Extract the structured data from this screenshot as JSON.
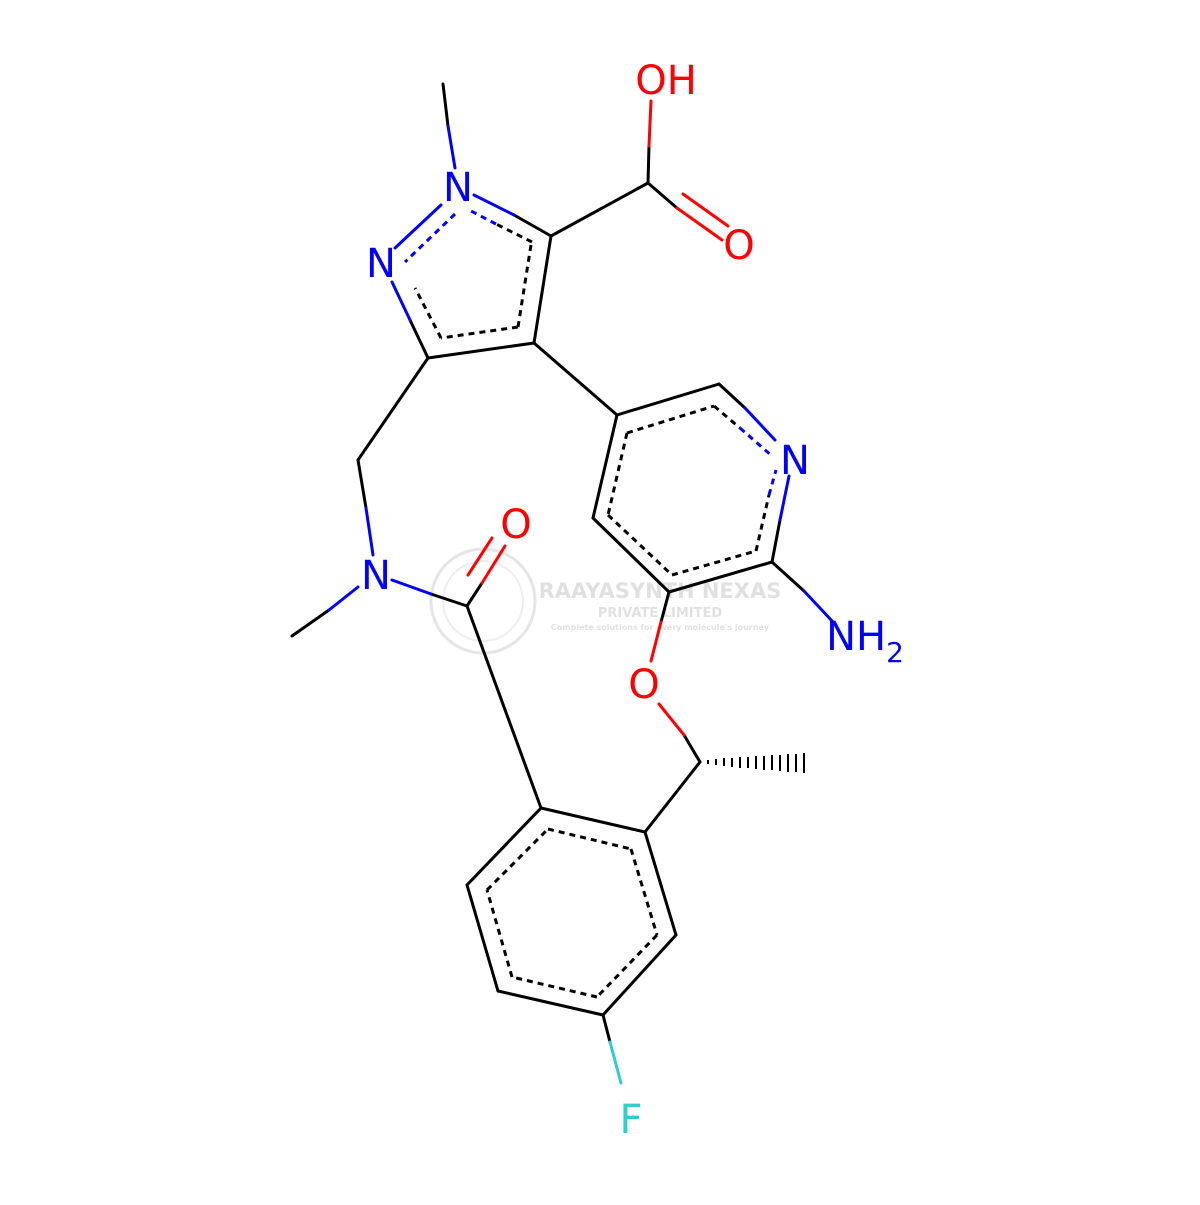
{
  "colors": {
    "bond": "#000000",
    "N": "#0000FF",
    "O": "#FF0000",
    "F": "#33CCCC",
    "watermark": "#c8c8c8"
  },
  "labels": {
    "oh": "OH",
    "o_acid": "O",
    "n1": "N",
    "n2": "N",
    "n_pyridine": "N",
    "nh": "NH",
    "nh_sub": "2",
    "o_amide": "O",
    "n_amide": "N",
    "o_ether": "O",
    "f": "F"
  },
  "watermark": {
    "name": "RAAYASYNTH NEXAS",
    "line2": "PRIVATE LIMITED",
    "tagline": "Complete solutions for every molecule's journey"
  }
}
